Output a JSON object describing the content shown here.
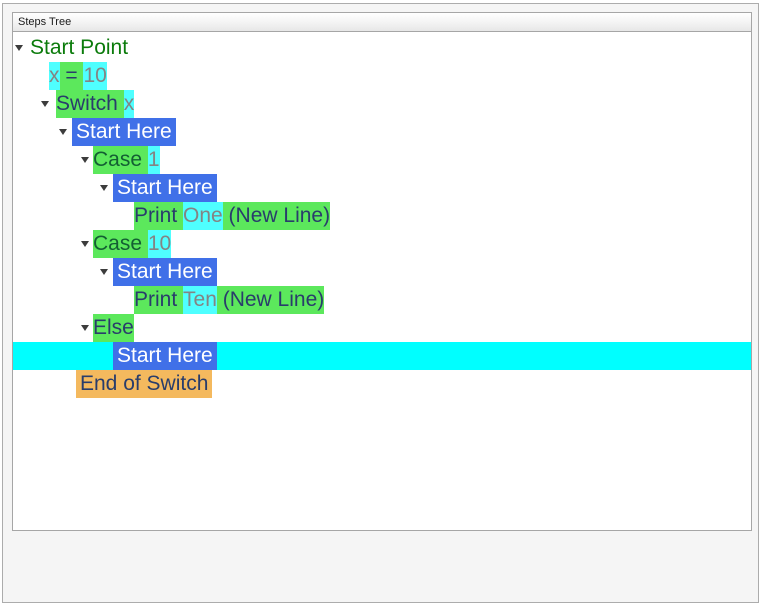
{
  "panel": {
    "title": "Steps Tree"
  },
  "colors": {
    "highlight_green": "#5ce85c",
    "highlight_cyan": "#4fffff",
    "highlight_blue": "#4070e8",
    "highlight_orange": "#f4b95e",
    "selection_cyan": "#00ffff",
    "text_navy": "#293d6b",
    "text_start_point_green": "#0b7b0b",
    "text_case_green": "#135f33",
    "text_variable_gray": "#848484",
    "text_on_blue": "#ffffff"
  },
  "tree": {
    "selected_index": 11,
    "rows": [
      {
        "label": "Start Point",
        "tokens": [
          "Start Point"
        ]
      },
      {
        "label": "x = 10",
        "tokens": [
          "x",
          " = ",
          "10"
        ]
      },
      {
        "label": "Switch x",
        "tokens": [
          "Switch ",
          "x"
        ]
      },
      {
        "label": "Start Here",
        "tokens": [
          "Start Here"
        ]
      },
      {
        "label": "Case 1",
        "tokens": [
          "Case ",
          "1"
        ]
      },
      {
        "label": "Start Here",
        "tokens": [
          "Start Here"
        ]
      },
      {
        "label": "Print One (New Line)",
        "tokens": [
          "Print ",
          "One",
          " (New Line)"
        ]
      },
      {
        "label": "Case 10",
        "tokens": [
          "Case ",
          "10"
        ]
      },
      {
        "label": "Start Here",
        "tokens": [
          "Start Here"
        ]
      },
      {
        "label": "Print Ten (New Line)",
        "tokens": [
          "Print ",
          "Ten",
          " (New Line)"
        ]
      },
      {
        "label": "Else",
        "tokens": [
          "Else"
        ]
      },
      {
        "label": "Start Here",
        "tokens": [
          "Start Here"
        ]
      },
      {
        "label": "End of Switch",
        "tokens": [
          "End of Switch"
        ]
      }
    ]
  }
}
